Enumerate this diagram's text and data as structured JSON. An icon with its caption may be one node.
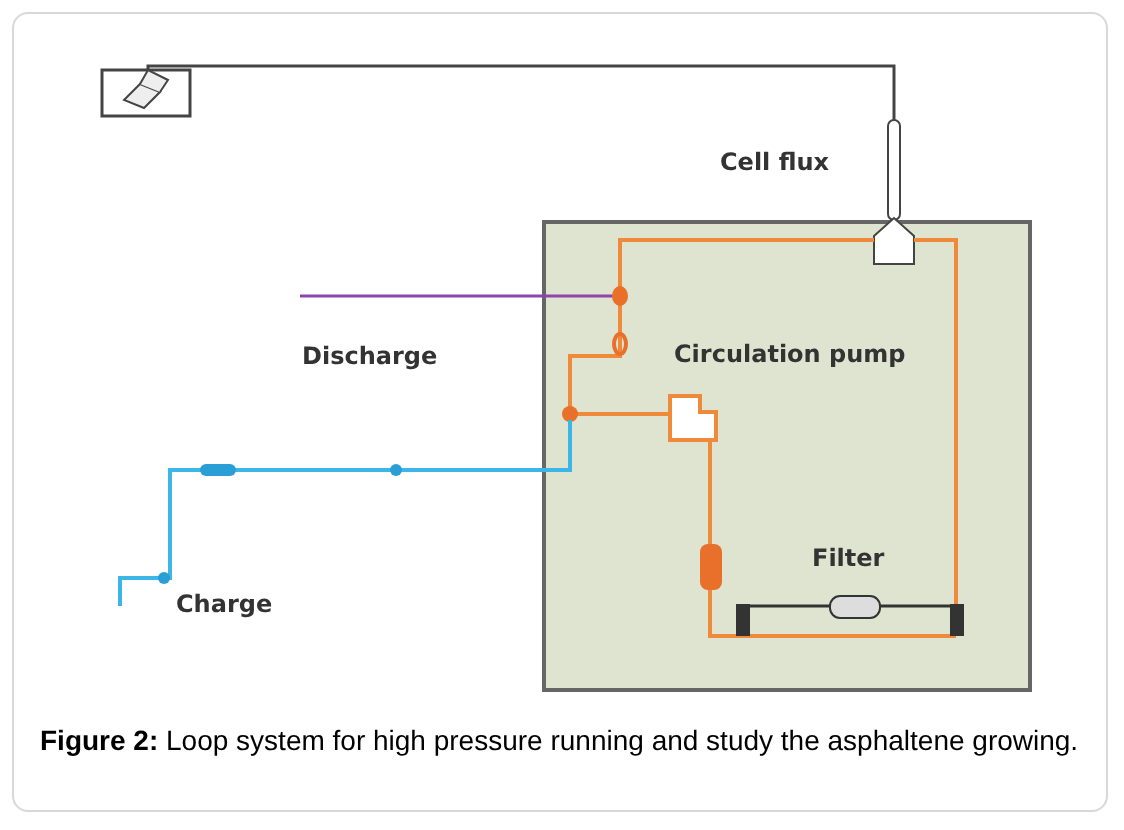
{
  "diagram": {
    "caption": "**Figure 2:** Loop system for high pressure running and study the asphaltene growing.",
    "labels": [
      "Cell flux",
      "Discharge",
      "Circulation pump",
      "Filter",
      "Charge"
    ]
  }
}
